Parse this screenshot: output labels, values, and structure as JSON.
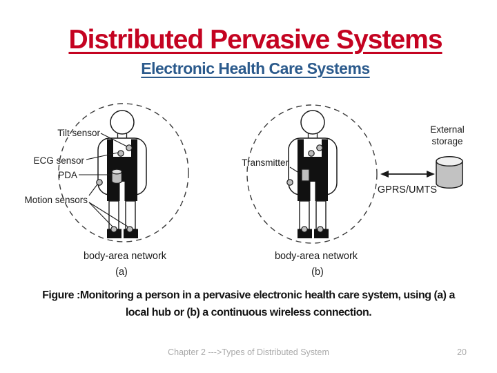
{
  "header": {
    "title": "Distributed Pervasive Systems",
    "subtitle": "Electronic Health Care Systems"
  },
  "figure": {
    "panel_a": {
      "label_tilt": "Tilt sensor",
      "label_ecg": "ECG sensor",
      "label_pda": "PDA",
      "label_motion": "Motion sensors",
      "network_label": "body-area network",
      "panel_tag": "(a)"
    },
    "panel_b": {
      "label_transmitter": "Transmitter",
      "network_label": "body-area network",
      "panel_tag": "(b)",
      "storage_label_line1": "External",
      "storage_label_line2": "storage",
      "link_label": "GPRS/UMTS"
    }
  },
  "caption": {
    "line1": "Figure :Monitoring a person in a pervasive electronic health care system, using (a) a",
    "line2": "local hub or (b) a continuous wireless connection."
  },
  "footer": {
    "text": "Chapter 2 --->Types of Distributed System",
    "page_number": "20"
  },
  "colors": {
    "title_red": "#C40321",
    "subtitle_blue": "#2B5A8C",
    "diagram_ink": "#1a1a1a",
    "sensor_gray": "#BEBEBE",
    "storage_gray": "#C2C2C2",
    "footer_gray": "#A9A9A9"
  }
}
